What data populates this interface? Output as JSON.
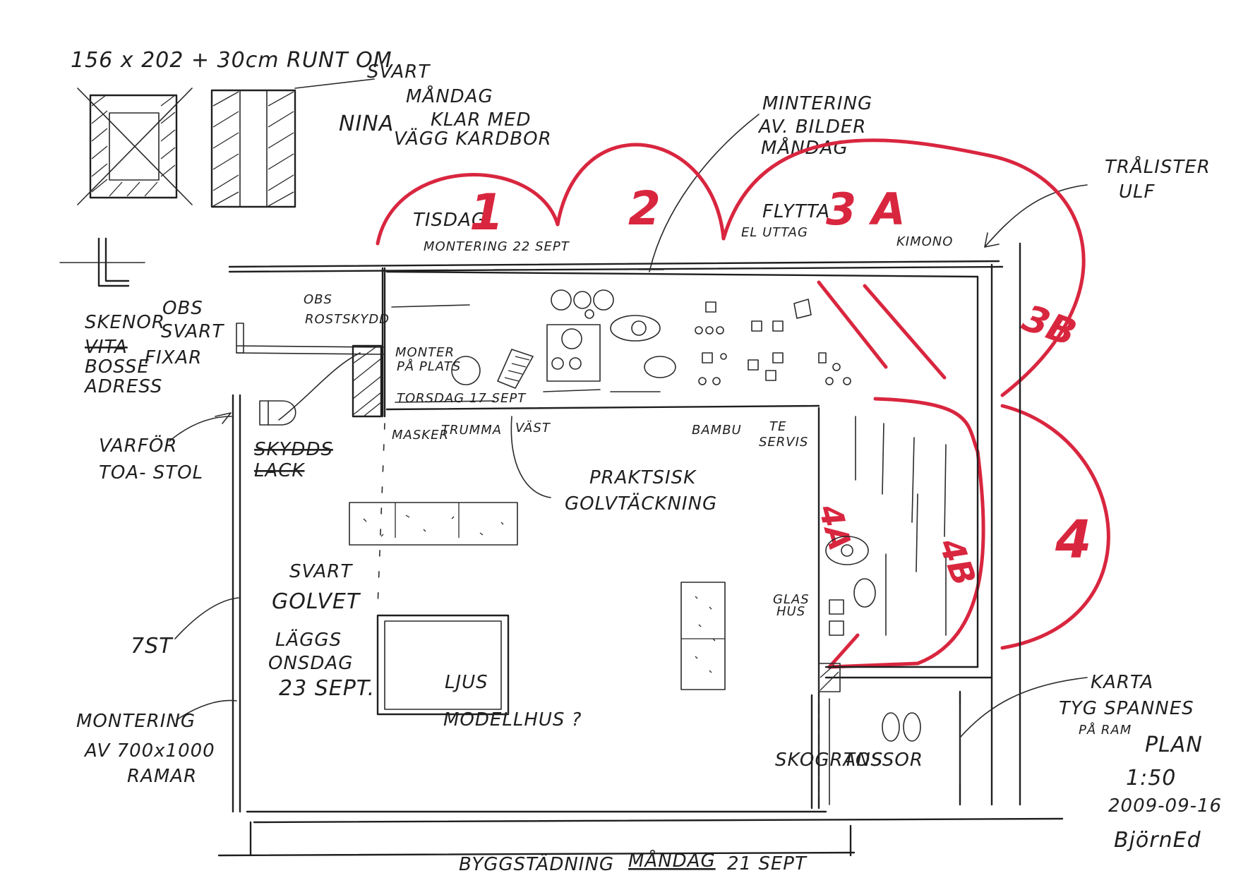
{
  "colors": {
    "ink": "#1f1f1f",
    "accent": "#d9263f",
    "paper": "#ffffff"
  },
  "notes": {
    "dimension": "156 x 202 + 30cm RUNT OM",
    "svart_top": "SVART",
    "mandag": "MÅNDAG",
    "nina": "NINA",
    "klar_med": "KLAR MED",
    "vagg_kardbor": "VÄGG KARDBOR",
    "montering_bilder_1": "MINTERING",
    "montering_bilder_2": "AV. BILDER",
    "montering_bilder_3": "MÅNDAG",
    "tralister_1": "TRÅLISTER",
    "tralister_2": "ULF",
    "tisdag": "TISDAG",
    "montering_22": "MONTERING 22 SEPT",
    "flytta_1": "FLYTTA",
    "flytta_2": "EL UTTAG",
    "kimono": "KIMONO",
    "obs_1": "OBS",
    "obs_2": "ROSTSKYDD",
    "skenor": "SKENOR",
    "obs_svart_1": "OBS",
    "obs_svart_2": "SVART",
    "vita": "VITA",
    "bosse": "BOSSE",
    "fixar": "FIXAR",
    "adress": "ADRESS",
    "monter_1": "MONTER",
    "monter_2": "PÅ PLATS",
    "torsdag": "TORSDAG 17 SEPT",
    "varfor_1": "VARFÖR",
    "varfor_2": "TOA- STOL",
    "skydds_1": "SKYDDS",
    "skydds_2": "LACK",
    "masker": "MASKER",
    "trumma": "TRUMMA",
    "vast": "VÄST",
    "bambu": "BAMBU",
    "te_1": "TE",
    "te_2": "SERVIS",
    "praktisk_1": "PRAKTSISK",
    "praktisk_2": "GOLVTÄCKNING",
    "svart_golvet_1": "SVART",
    "svart_golvet_2": "GOLVET",
    "laggs_1": "LÄGGS",
    "laggs_2": "ONSDAG",
    "laggs_3": "23 SEPT.",
    "seven_st": "7ST",
    "ljus": "LJUS",
    "modellhus": "MODELLHUS ?",
    "montering_ramar_1": "MONTERING",
    "montering_ramar_2": "AV 700x1000",
    "montering_ramar_3": "RAMAR",
    "glas_1": "GLAS",
    "glas_2": "HUS",
    "tossor": "TOSSOR",
    "skograns": "SKOGRANS",
    "karta_1": "KARTA",
    "karta_2": "TYG SPANNES",
    "karta_3": "PÅ RAM",
    "plan": "PLAN",
    "scale": "1:50",
    "date": "2009-09-16",
    "author": "BjörnEd",
    "byggstadning_1": "BYGGSTÄDNING",
    "byggstadning_2": "MÅNDAG",
    "byggstadning_3": "21 SEPT"
  },
  "zones": {
    "z1": "1",
    "z2": "2",
    "z3a": "3 A",
    "z3b": "3B",
    "z4": "4",
    "z4a": "4A",
    "z4b": "4B"
  }
}
